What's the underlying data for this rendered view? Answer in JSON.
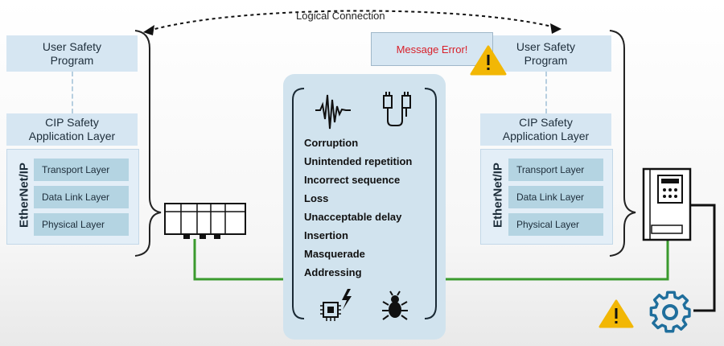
{
  "logical_connection": "Logical Connection",
  "message_error": "Message Error!",
  "left": {
    "user_safety_program": "User Safety Program",
    "cip_safety_layer": "CIP Safety Application Layer",
    "stack_label": "EtherNet/IP",
    "layers": [
      "Transport Layer",
      "Data Link Layer",
      "Physical Layer"
    ]
  },
  "right": {
    "user_safety_program": "User Safety Program",
    "cip_safety_layer": "CIP Safety Application Layer",
    "stack_label": "EtherNet/IP",
    "layers": [
      "Transport Layer",
      "Data Link Layer",
      "Physical Layer"
    ]
  },
  "threats": [
    "Corruption",
    "Unintended repetition",
    "Incorrect sequence",
    "Loss",
    "Unacceptable delay",
    "Insertion",
    "Masquerade",
    "Addressing"
  ],
  "icons": {
    "noise": "sound-wave-icon",
    "cable": "cable-plug-icon",
    "chip": "chip-lightning-icon",
    "bug": "bug-icon",
    "warning": "warning-icon",
    "gear": "gear-icon",
    "plc": "plc-controller-icon",
    "drive": "drive-device-icon"
  },
  "colors": {
    "network_line": "#3a9a2e",
    "warning": "#f2b705",
    "error_text": "#d8202a",
    "gear": "#1f6e9c"
  }
}
